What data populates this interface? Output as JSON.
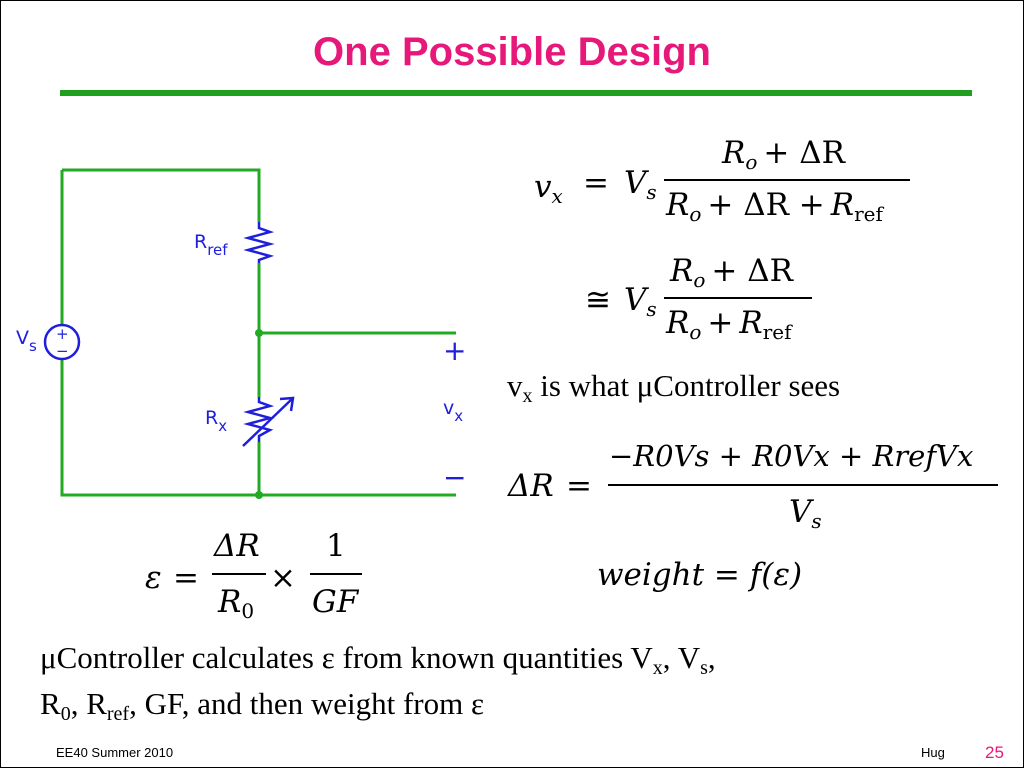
{
  "slide": {
    "title": "One Possible Design",
    "title_color": "#E6187A",
    "rule_color": "#1FA01F",
    "circuit_wire_color": "#22AA22",
    "circuit_component_color": "#1E1EDC",
    "footer_left": "EE40 Summer 2010",
    "footer_right": "Hug",
    "page_number": "25",
    "page_number_color": "#E6187A"
  },
  "circuit": {
    "rref_main": "R",
    "rref_sub": "ref",
    "rx_main": "R",
    "rx_sub": "x",
    "vs_main": "V",
    "vs_sub": "s",
    "vx_main": "v",
    "vx_sub": "x",
    "plus": "+",
    "minus": "−",
    "source_plus": "+",
    "source_minus": "−"
  },
  "equations": {
    "vx": {
      "lhs_v": "v",
      "lhs_sub": "x",
      "eq": "=",
      "coef": "V",
      "coef_sub": "s",
      "num_r": "R",
      "num_r_sub": "o",
      "num_rest": "+ ΔR",
      "den_r": "R",
      "den_r_sub": "o",
      "den_mid": "+ ΔR +",
      "den_r2": "R",
      "den_r2_sub": "ref"
    },
    "approx": {
      "sym": "≅",
      "coef": "V",
      "coef_sub": "s",
      "num_r": "R",
      "num_r_sub": "o",
      "num_rest": "+ ΔR",
      "den_r": "R",
      "den_r_sub": "o",
      "den_mid": "+",
      "den_r2": "R",
      "den_r2_sub": "ref"
    },
    "sees": {
      "v": "v",
      "sub": "x",
      "rest": "is what μController sees"
    },
    "deltaR": {
      "lhs": "ΔR",
      "eq": "=",
      "numerator": "−R0Vs + R0Vx + RrefVx",
      "den_v": "V",
      "den_sub": "s"
    },
    "weight": {
      "text": "weight = f(ε)"
    },
    "epsilon": {
      "lhs": "ε",
      "eq": "=",
      "num1": "ΔR",
      "den1_r": "R",
      "den1_sub": "0",
      "times": "×",
      "num2": "1",
      "den2": "GF"
    }
  },
  "body_text": {
    "line1_a": "μController calculates ε from known quantities V",
    "line1_sub1": "x",
    "line1_b": ", V",
    "line1_sub2": "s",
    "line1_c": ",",
    "line2_a": "R",
    "line2_sub1": "0",
    "line2_b": ", R",
    "line2_sub2": "ref",
    "line2_c": ", GF, and then weight from ε"
  }
}
